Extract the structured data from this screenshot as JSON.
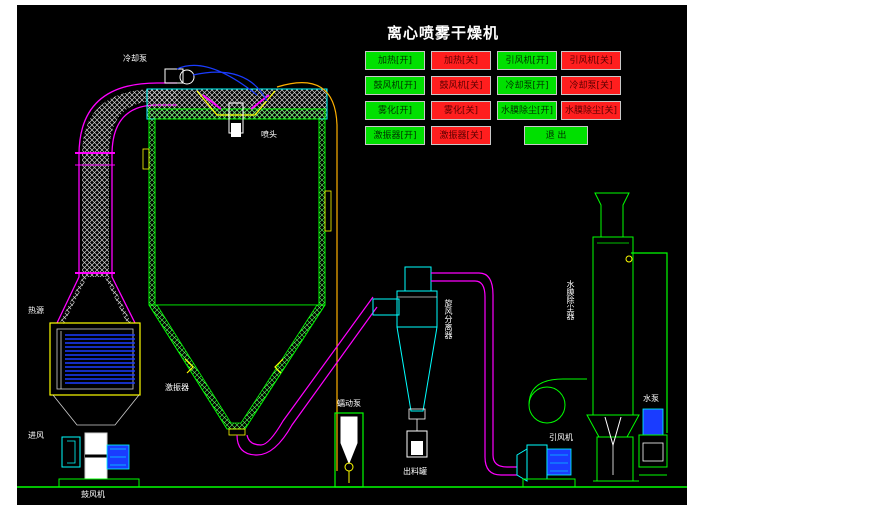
{
  "title": "离心喷雾干燥机",
  "buttons": [
    {
      "label": "加热[开]",
      "state": "on"
    },
    {
      "label": "加热[关]",
      "state": "off"
    },
    {
      "label": "引风机[开]",
      "state": "on"
    },
    {
      "label": "引风机[关]",
      "state": "off"
    },
    {
      "label": "鼓风机[开]",
      "state": "on"
    },
    {
      "label": "鼓风机[关]",
      "state": "off"
    },
    {
      "label": "冷却泵[开]",
      "state": "on"
    },
    {
      "label": "冷却泵[关]",
      "state": "off"
    },
    {
      "label": "雾化[开]",
      "state": "on"
    },
    {
      "label": "雾化[关]",
      "state": "off"
    },
    {
      "label": "水膜除尘[开]",
      "state": "on"
    },
    {
      "label": "水膜除尘[关]",
      "state": "off"
    },
    {
      "label": "激振器[开]",
      "state": "on"
    },
    {
      "label": "激振器[关]",
      "state": "off"
    },
    {
      "label": "退 出",
      "state": "exit"
    }
  ],
  "labels": {
    "cooling_pump": "冷却泵",
    "nozzle": "喷头",
    "heat_source": "热源",
    "air_inlet": "进风",
    "blower": "鼓风机",
    "vibrator": "激振器",
    "peristaltic_pump": "蠕动泵",
    "cyclone": "旋风分离器",
    "discharge_tank": "出料罐",
    "water_film_dust_collector": "水膜除尘器",
    "induced_draft_fan": "引风机",
    "water_pump": "水泵"
  },
  "colors": {
    "background": "#000000",
    "button_on": "#00e000",
    "button_off": "#ff1e1e",
    "equipment_green": "#00ff00",
    "pipe_magenta": "#ff00ff",
    "cyan": "#00ffff",
    "yellow": "#ffff00",
    "heater_blue": "#1a3cff"
  }
}
